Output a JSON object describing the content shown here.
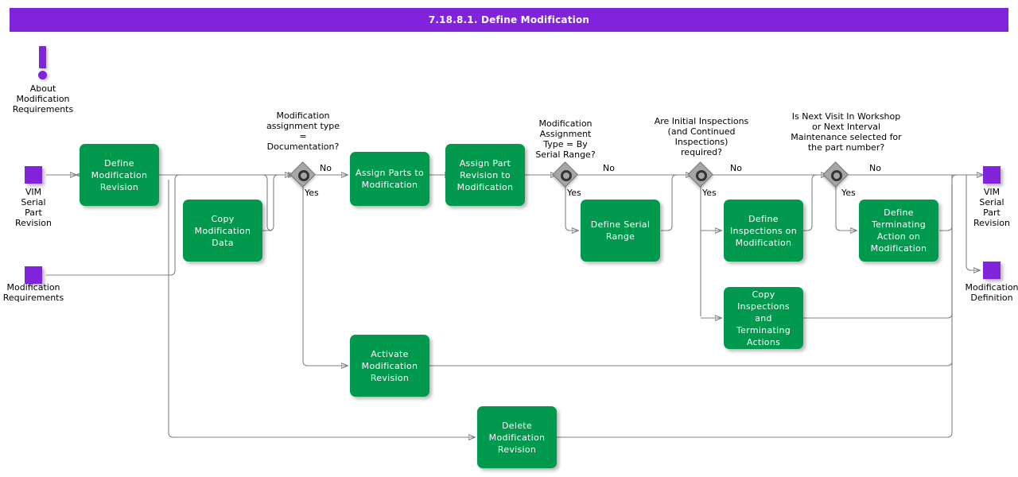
{
  "titlebar": {
    "title": "7.18.8.1. Define Modification"
  },
  "note": {
    "icon": "exclamation-note-icon",
    "label": "About\nModification\nRequirements",
    "line1": "About",
    "line2": "Modification",
    "line3": "Requirements"
  },
  "terminators": [
    {
      "id": "start-vim-serial-part-revision",
      "label": "VIM\nSerial\nPart\nRevision",
      "color": "#8223DC"
    },
    {
      "id": "start-modification-requirements",
      "label": "Modification\nRequirements",
      "color": "#8223DC"
    },
    {
      "id": "end-vim-serial-part-revision",
      "label": "VIM\nSerial\nPart\nRevision",
      "color": "#8223DC"
    },
    {
      "id": "end-modification-definition",
      "label": "Modification\nDefinition",
      "color": "#8223DC"
    }
  ],
  "nodes": [
    {
      "id": "define-modification-revision",
      "label": "Define Modification Revision"
    },
    {
      "id": "copy-modification-data",
      "label": "Copy Modification Data"
    },
    {
      "id": "assign-parts-to-modification",
      "label": "Assign Parts to Modification"
    },
    {
      "id": "assign-part-revision-to-modification",
      "label": "Assign Part Revision to Modification"
    },
    {
      "id": "define-serial-range",
      "label": "Define Serial Range"
    },
    {
      "id": "define-inspections-on-modification",
      "label": "Define Inspections on Modification"
    },
    {
      "id": "copy-inspections-and-terminating-actions",
      "label": "Copy Inspections and Terminating Actions"
    },
    {
      "id": "define-terminating-action-on-modification",
      "label": "Define Terminating Action on Modification"
    },
    {
      "id": "activate-modification-revision",
      "label": "Activate Modification Revision"
    },
    {
      "id": "delete-modification-revision",
      "label": "Delete Modification Revision"
    }
  ],
  "decisions": [
    {
      "id": "decision-modification-assignment-type-documentation",
      "question": "Modification assignment type = Documentation?",
      "q_l1": "Modification",
      "q_l2": "assignment type",
      "q_l3": "=",
      "q_l4": "Documentation?",
      "yes": "Yes",
      "no": "No"
    },
    {
      "id": "decision-modification-assignment-type-serial-range",
      "question": "Modification Assignment Type = By Serial Range?",
      "q_l1": "Modification",
      "q_l2": "Assignment",
      "q_l3": "Type = By",
      "q_l4": "Serial Range?",
      "yes": "Yes",
      "no": "No"
    },
    {
      "id": "decision-initial-inspections-required",
      "question": "Are Initial Inspections (and Continued Inspections) required?",
      "q_l1": "Are Initial Inspections",
      "q_l2": "(and Continued",
      "q_l3": "Inspections)",
      "q_l4": "required?",
      "yes": "Yes",
      "no": "No"
    },
    {
      "id": "decision-next-visit-workshop-or-interval-maintenance",
      "question": "Is Next Visit In Workshop or Next Interval Maintenance selected for the part number?",
      "q_l1": "Is Next Visit In Workshop",
      "q_l2": "or Next Interval",
      "q_l3": "Maintenance selected for",
      "q_l4": "the part number?",
      "yes": "Yes",
      "no": "No"
    }
  ],
  "colors": {
    "title_bar": "#8223DC",
    "process": "#00994D",
    "terminator": "#8223DC",
    "decision": "#A6A6A6",
    "connector": "#808080",
    "text_on_process": "#FFFFFF",
    "text": "#000000"
  }
}
